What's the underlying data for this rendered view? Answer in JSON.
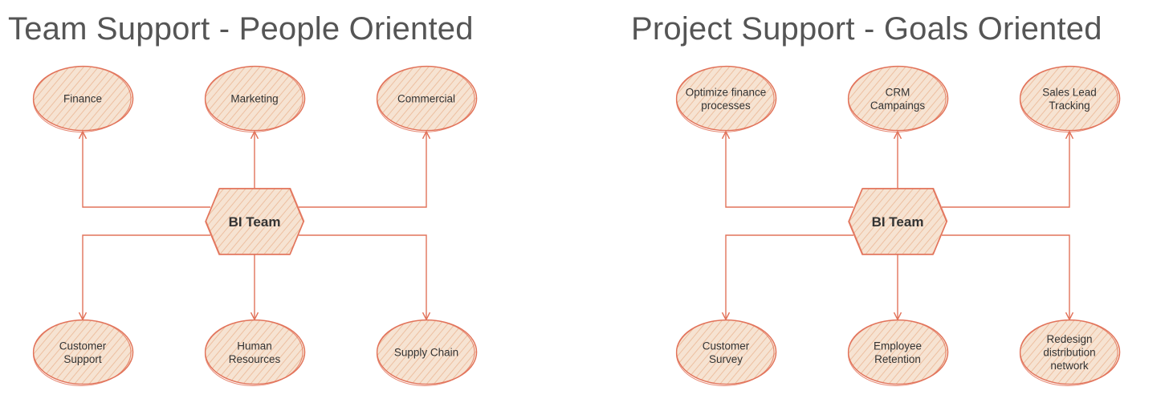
{
  "colors": {
    "stroke": "#e2735a",
    "fill": "#f6e3d2",
    "hatch": "#edbfa0",
    "title": "#555555",
    "text": "#333333"
  },
  "diagrams": [
    {
      "title": "Team Support - People Oriented",
      "hub": "BI Team",
      "top_nodes": [
        [
          "Finance"
        ],
        [
          "Marketing"
        ],
        [
          "Commercial"
        ]
      ],
      "bottom_nodes": [
        [
          "Customer",
          "Support"
        ],
        [
          "Human",
          "Resources"
        ],
        [
          "Supply Chain"
        ]
      ]
    },
    {
      "title": "Project Support - Goals Oriented",
      "hub": "BI Team",
      "top_nodes": [
        [
          "Optimize finance",
          "processes"
        ],
        [
          "CRM",
          "Campaings"
        ],
        [
          "Sales Lead",
          "Tracking"
        ]
      ],
      "bottom_nodes": [
        [
          "Customer",
          "Survey"
        ],
        [
          "Employee",
          "Retention"
        ],
        [
          "Redesign",
          "distribution",
          "network"
        ]
      ]
    }
  ]
}
